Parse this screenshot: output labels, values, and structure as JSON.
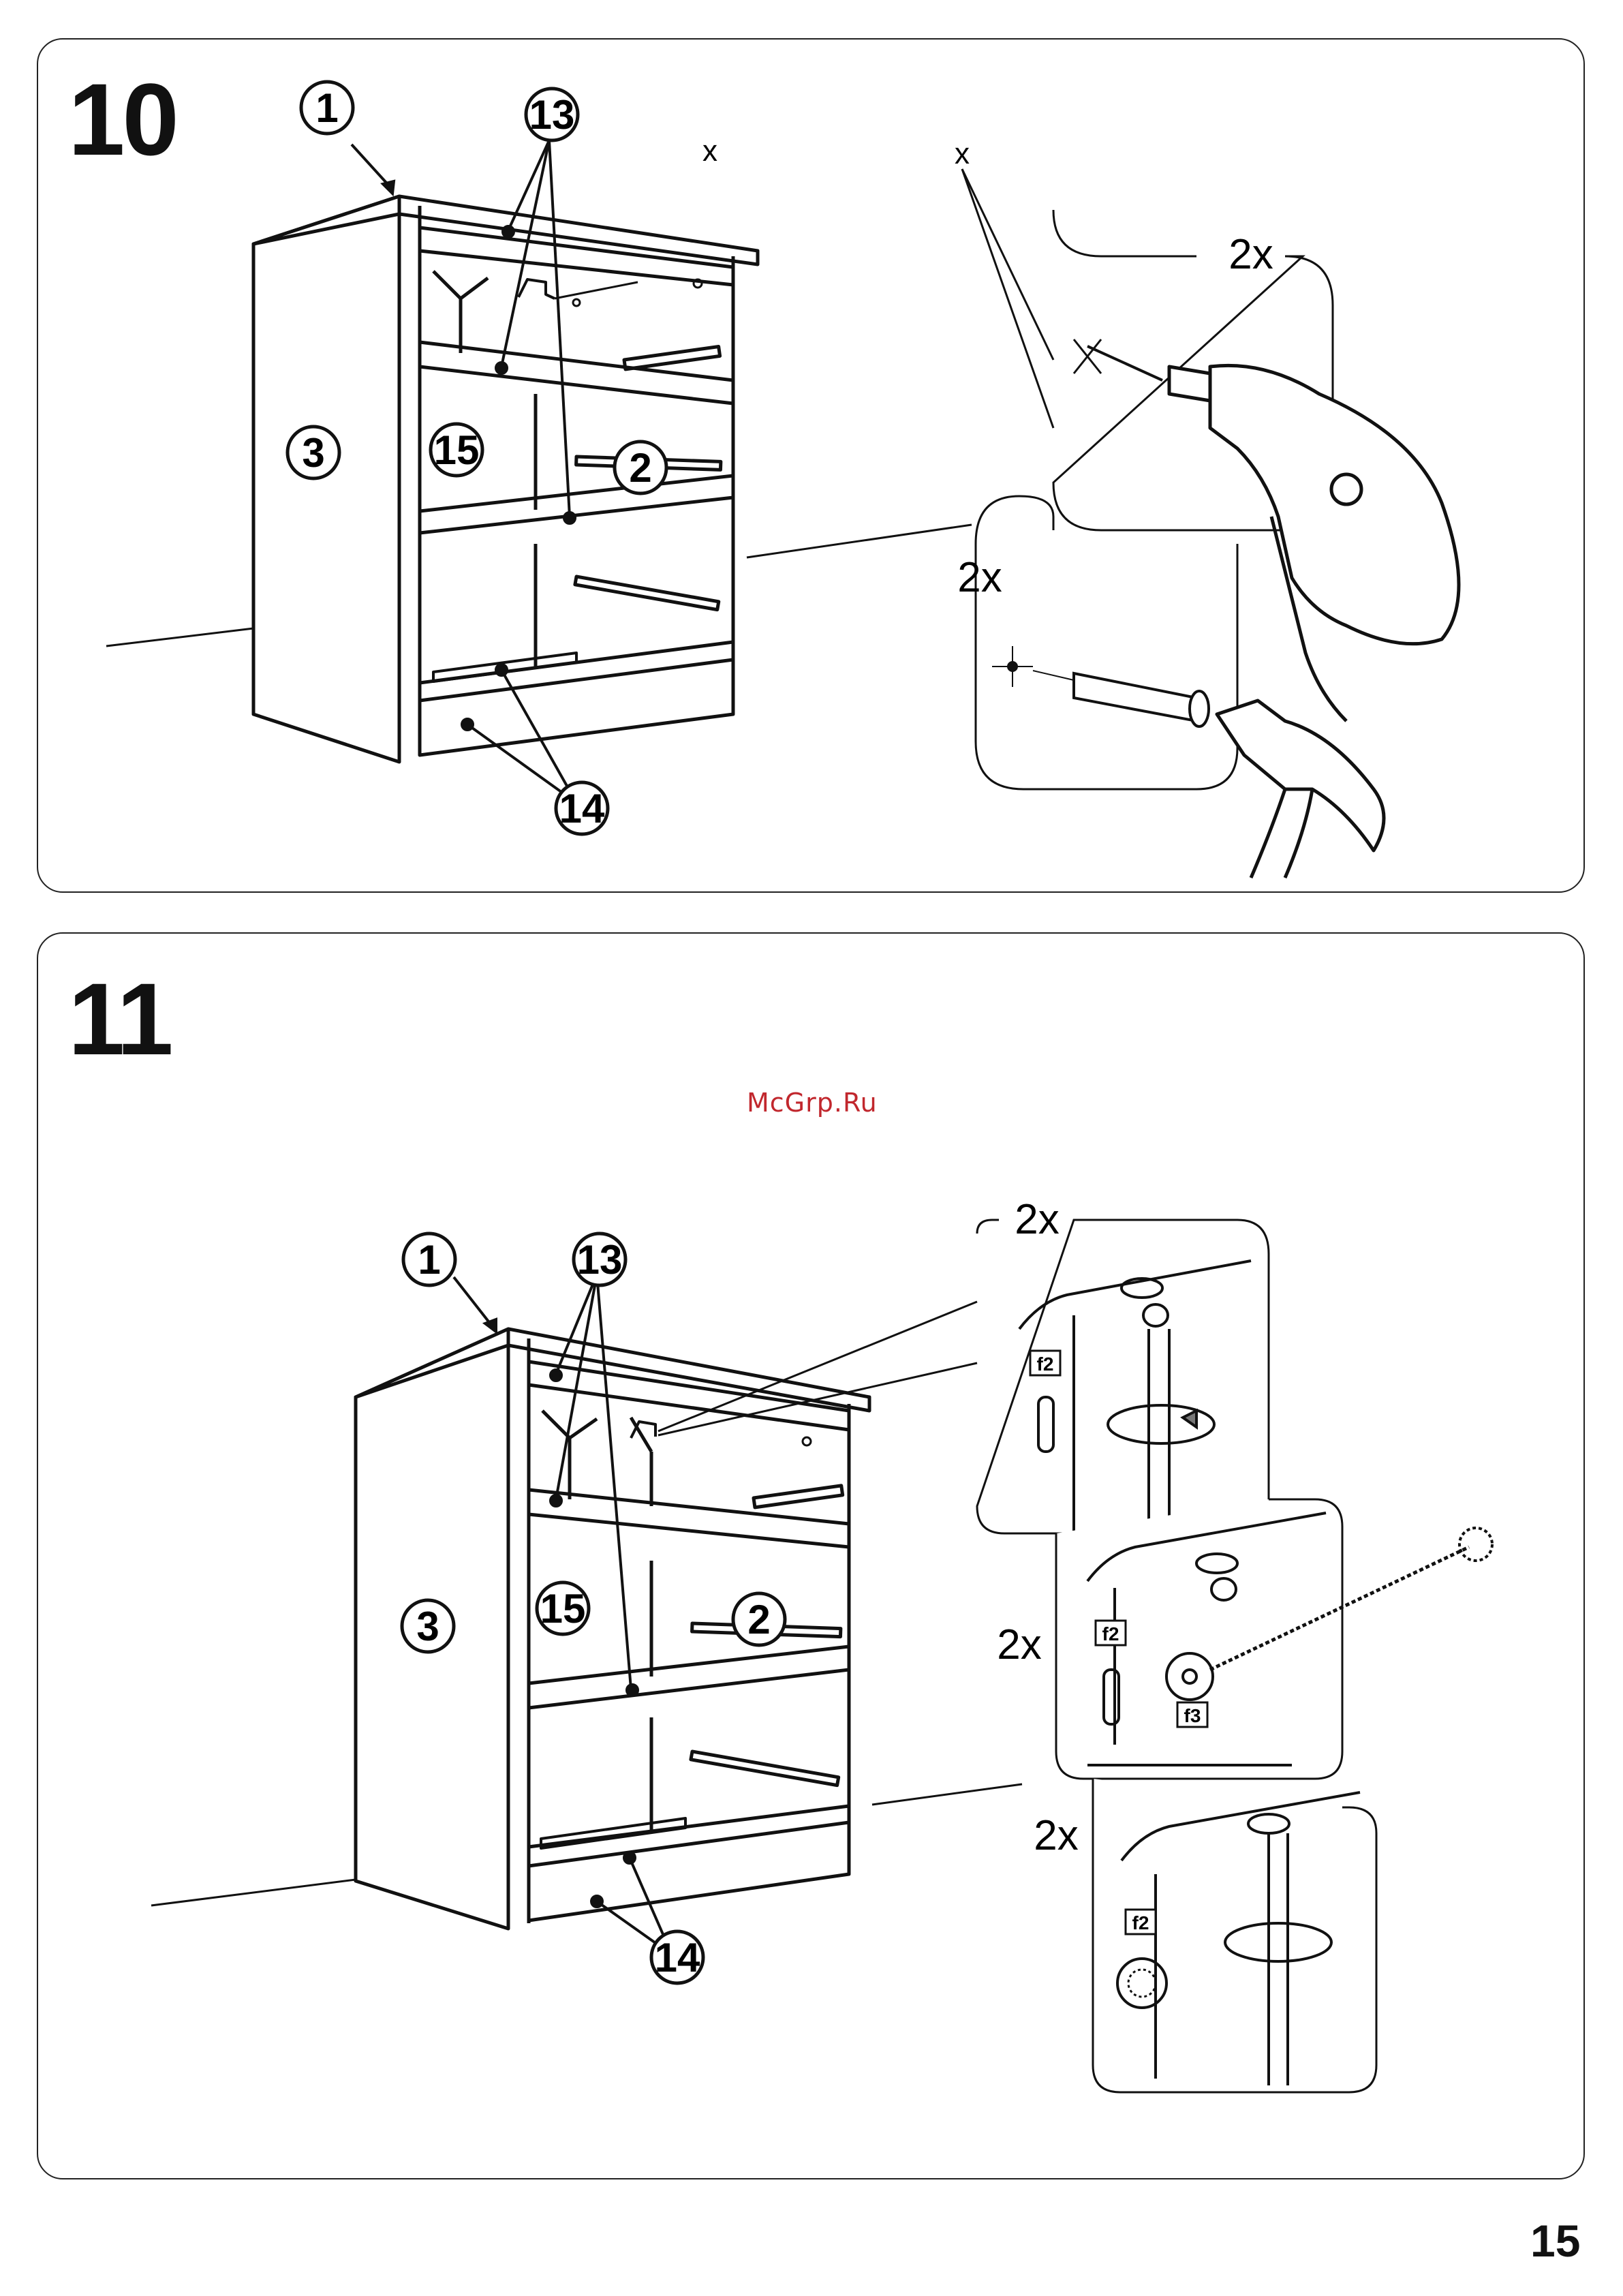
{
  "page_number": "15",
  "watermark": "McGrp.Ru",
  "steps": [
    {
      "number": "10",
      "callouts": [
        "1",
        "13",
        "3",
        "15",
        "2",
        "14"
      ],
      "marks": [
        "x",
        "x"
      ],
      "multipliers": [
        "2x",
        "2x"
      ]
    },
    {
      "number": "11",
      "callouts": [
        "1",
        "13",
        "3",
        "15",
        "2",
        "14"
      ],
      "multipliers": [
        "2x",
        "2x",
        "2x"
      ],
      "part_labels": [
        "f2",
        "f2",
        "f3",
        "f2"
      ]
    }
  ]
}
